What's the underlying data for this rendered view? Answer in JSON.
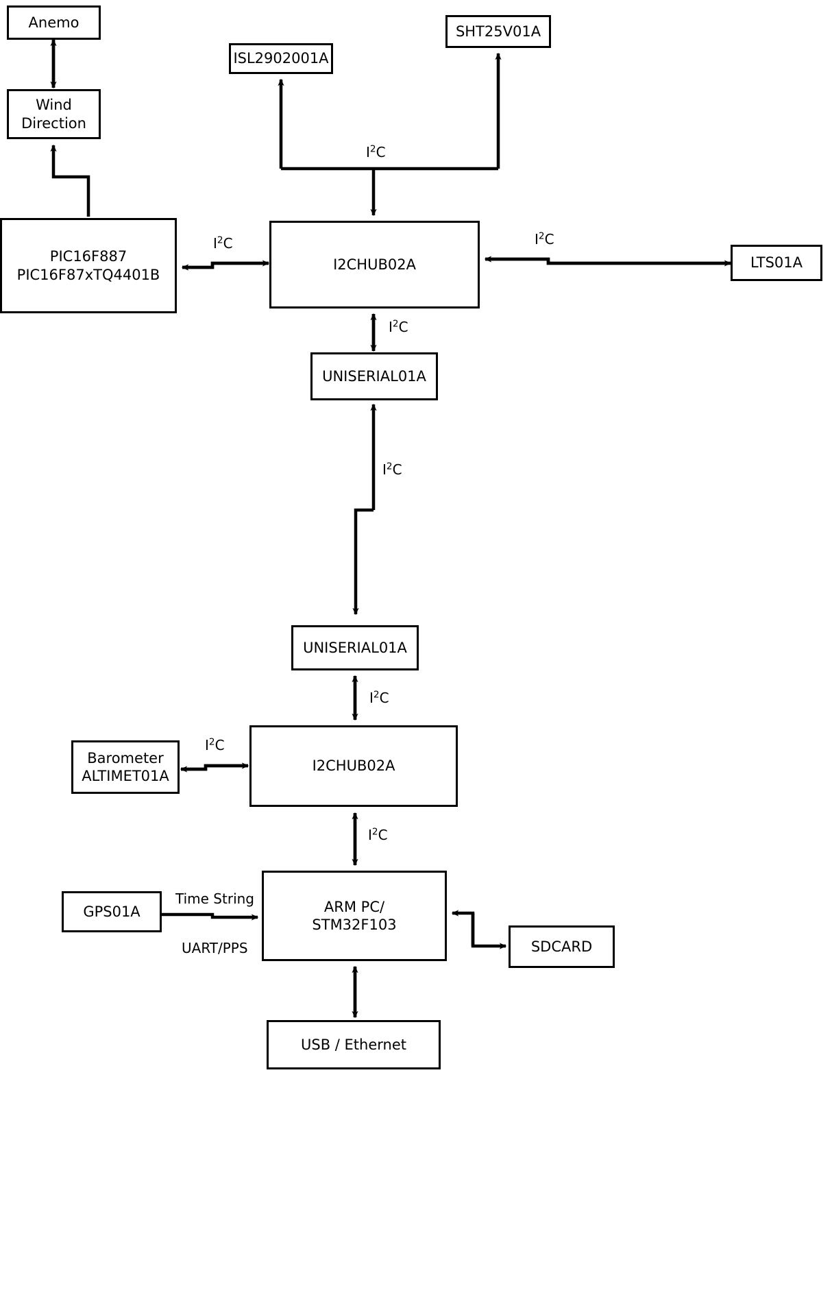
{
  "diagram": {
    "title": "Weather station sensor bus block diagram",
    "background_color": "#ffffff",
    "stroke_color": "#000000",
    "node_fill": "#ffffff",
    "nodes": [
      {
        "id": "anemo",
        "label": "Anemo"
      },
      {
        "id": "wind",
        "label": "Wind\nDirection"
      },
      {
        "id": "pic",
        "label": "PIC16F887\nPIC16F87xTQ4401B"
      },
      {
        "id": "isl",
        "label": "ISL2902001A"
      },
      {
        "id": "sht",
        "label": "SHT25V01A"
      },
      {
        "id": "hub_top",
        "label": "I2CHUB02A"
      },
      {
        "id": "lts",
        "label": "LTS01A"
      },
      {
        "id": "uniserial_top",
        "label": "UNISERIAL01A"
      },
      {
        "id": "uniserial_bot",
        "label": "UNISERIAL01A"
      },
      {
        "id": "hub_bot",
        "label": "I2CHUB02A"
      },
      {
        "id": "barometer",
        "label": "Barometer\nALTIMET01A"
      },
      {
        "id": "arm",
        "label": "ARM PC/\nSTM32F103"
      },
      {
        "id": "gps",
        "label": "GPS01A"
      },
      {
        "id": "sdcard",
        "label": "SDCARD"
      },
      {
        "id": "usb",
        "label": "USB / Ethernet"
      }
    ],
    "edge_labels": [
      {
        "id": "lbl_i2c_hubtop_bus",
        "text_prefix": "I",
        "text_sup": "2",
        "text_suffix": "C"
      },
      {
        "id": "lbl_i2c_pic_hub",
        "text_prefix": "I",
        "text_sup": "2",
        "text_suffix": "C"
      },
      {
        "id": "lbl_i2c_hub_lts",
        "text_prefix": "I",
        "text_sup": "2",
        "text_suffix": "C"
      },
      {
        "id": "lbl_i2c_hub_uni",
        "text_prefix": "I",
        "text_sup": "2",
        "text_suffix": "C"
      },
      {
        "id": "lbl_i2c_uni_uni",
        "text_prefix": "I",
        "text_sup": "2",
        "text_suffix": "C"
      },
      {
        "id": "lbl_i2c_uni_hubbot",
        "text_prefix": "I",
        "text_sup": "2",
        "text_suffix": "C"
      },
      {
        "id": "lbl_i2c_baro_hubbot",
        "text_prefix": "I",
        "text_sup": "2",
        "text_suffix": "C"
      },
      {
        "id": "lbl_i2c_hubbot_arm",
        "text_prefix": "I",
        "text_sup": "2",
        "text_suffix": "C"
      }
    ],
    "text_labels": {
      "time_string": "Time String",
      "uart_pps": "UART/PPS"
    }
  }
}
